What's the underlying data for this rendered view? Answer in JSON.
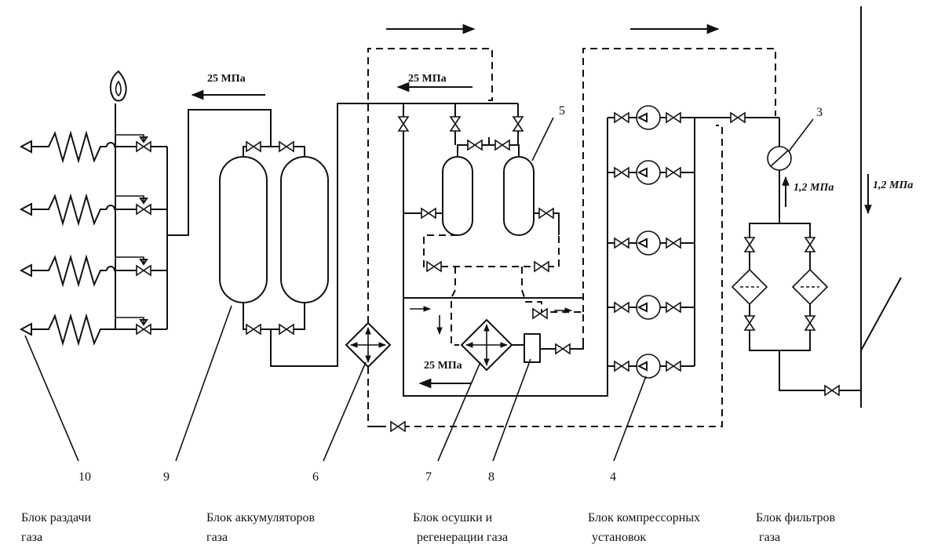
{
  "labels": {
    "pressure_top_accumulators": "25 МПа",
    "pressure_top_drying": "25 МПа",
    "pressure_bottom_drying": "25 МПа",
    "pressure_filter_out": "1,2 МПа",
    "pressure_filter_in": "1,2 МПа"
  },
  "callouts": {
    "c10": "10",
    "c9": "9",
    "c6": "6",
    "c7": "7",
    "c8": "8",
    "c4": "4",
    "c5": "5",
    "c3": "3"
  },
  "blocks": {
    "dispensing": [
      "Блок раздачи",
      "газа"
    ],
    "accumulators": [
      "Блок аккумуляторов",
      "газа"
    ],
    "drying": [
      "Блок  осушки  и",
      "регенерации газа"
    ],
    "compressors": [
      "Блок компрессорных",
      "установок"
    ],
    "filters": [
      "Блок фильтров",
      "газа"
    ]
  }
}
